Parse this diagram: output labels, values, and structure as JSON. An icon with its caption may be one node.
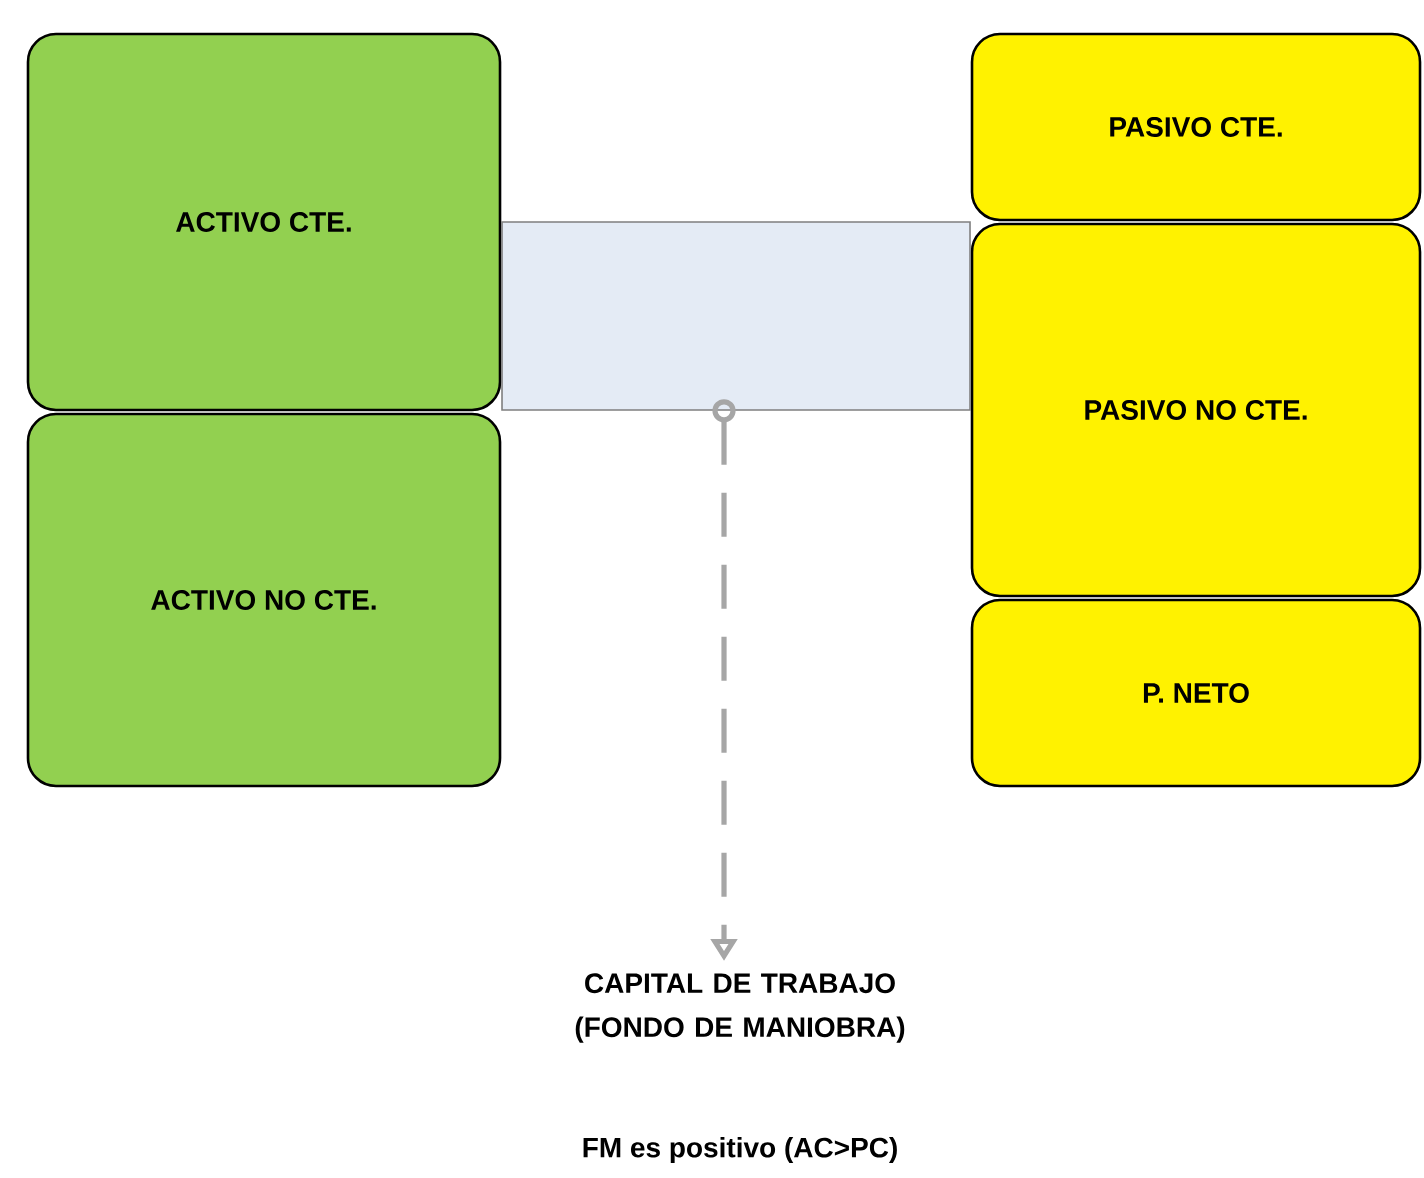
{
  "diagram": {
    "nodes": [
      {
        "text": [
          "ACTIVO CTE."
        ]
      },
      {
        "text": [
          "ACTIVO NO CTE."
        ]
      },
      {
        "text": [
          "PASIVO CTE."
        ]
      },
      {
        "text": [
          "PASIVO NO CTE."
        ]
      },
      {
        "text": [
          "P. NETO"
        ]
      },
      {
        "text": [],
        "shape": "box"
      },
      {
        "text": [
          "CAPITAL DE TRABAJO (FONDO DE MANIOBRA)"
        ]
      }
    ],
    "edges": [
      {
        "from": 5,
        "to": 6,
        "arrow": "to",
        "style": "dashed"
      }
    ],
    "labels": [
      "FM es positivo (AC>PC)"
    ]
  }
}
